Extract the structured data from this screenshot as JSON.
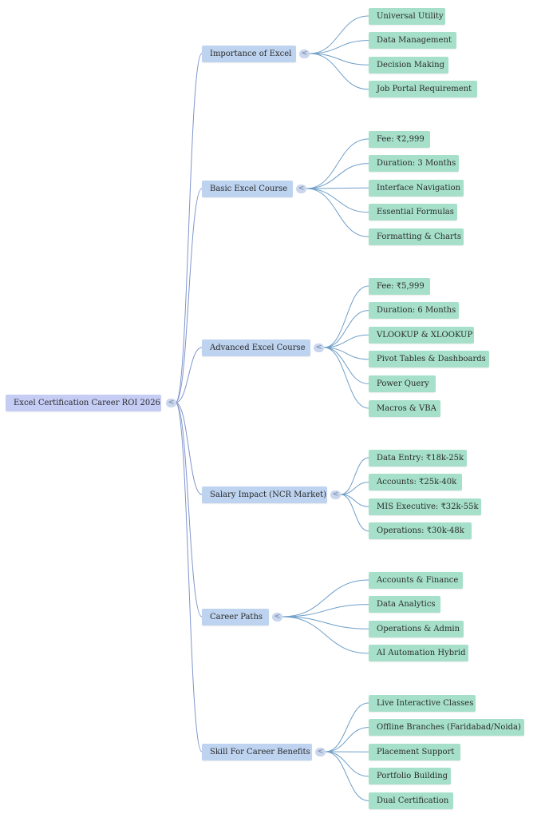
{
  "mindmap": {
    "root": {
      "label": "Excel Certification Career ROI 2026"
    },
    "collapse_glyph": "<",
    "branches": [
      {
        "label": "Importance of Excel",
        "children": [
          "Universal Utility",
          "Data Management",
          "Decision Making",
          "Job Portal Requirement"
        ]
      },
      {
        "label": "Basic Excel Course",
        "children": [
          "Fee: ₹2,999",
          "Duration: 3 Months",
          "Interface Navigation",
          "Essential Formulas",
          "Formatting & Charts"
        ]
      },
      {
        "label": "Advanced Excel Course",
        "children": [
          "Fee: ₹5,999",
          "Duration: 6 Months",
          "VLOOKUP & XLOOKUP",
          "Pivot Tables & Dashboards",
          "Power Query",
          "Macros & VBA"
        ]
      },
      {
        "label": "Salary Impact (NCR Market)",
        "children": [
          "Data Entry: ₹18k-25k",
          "Accounts: ₹25k-40k",
          "MIS Executive: ₹32k-55k",
          "Operations: ₹30k-48k"
        ]
      },
      {
        "label": "Career Paths",
        "children": [
          "Accounts & Finance",
          "Data Analytics",
          "Operations & Admin",
          "AI Automation Hybrid"
        ]
      },
      {
        "label": "Skill For Career Benefits",
        "children": [
          "Live Interactive Classes",
          "Offline Branches (Faridabad/Noida)",
          "Placement Support",
          "Portfolio Building",
          "Dual Certification"
        ]
      }
    ]
  },
  "colors": {
    "root": "#c5cdf5",
    "branch": "#bdd3ef",
    "leaf": "#a6e0cb",
    "edge": "#7f95cc",
    "leaf_edge": "#6f9fc8"
  }
}
